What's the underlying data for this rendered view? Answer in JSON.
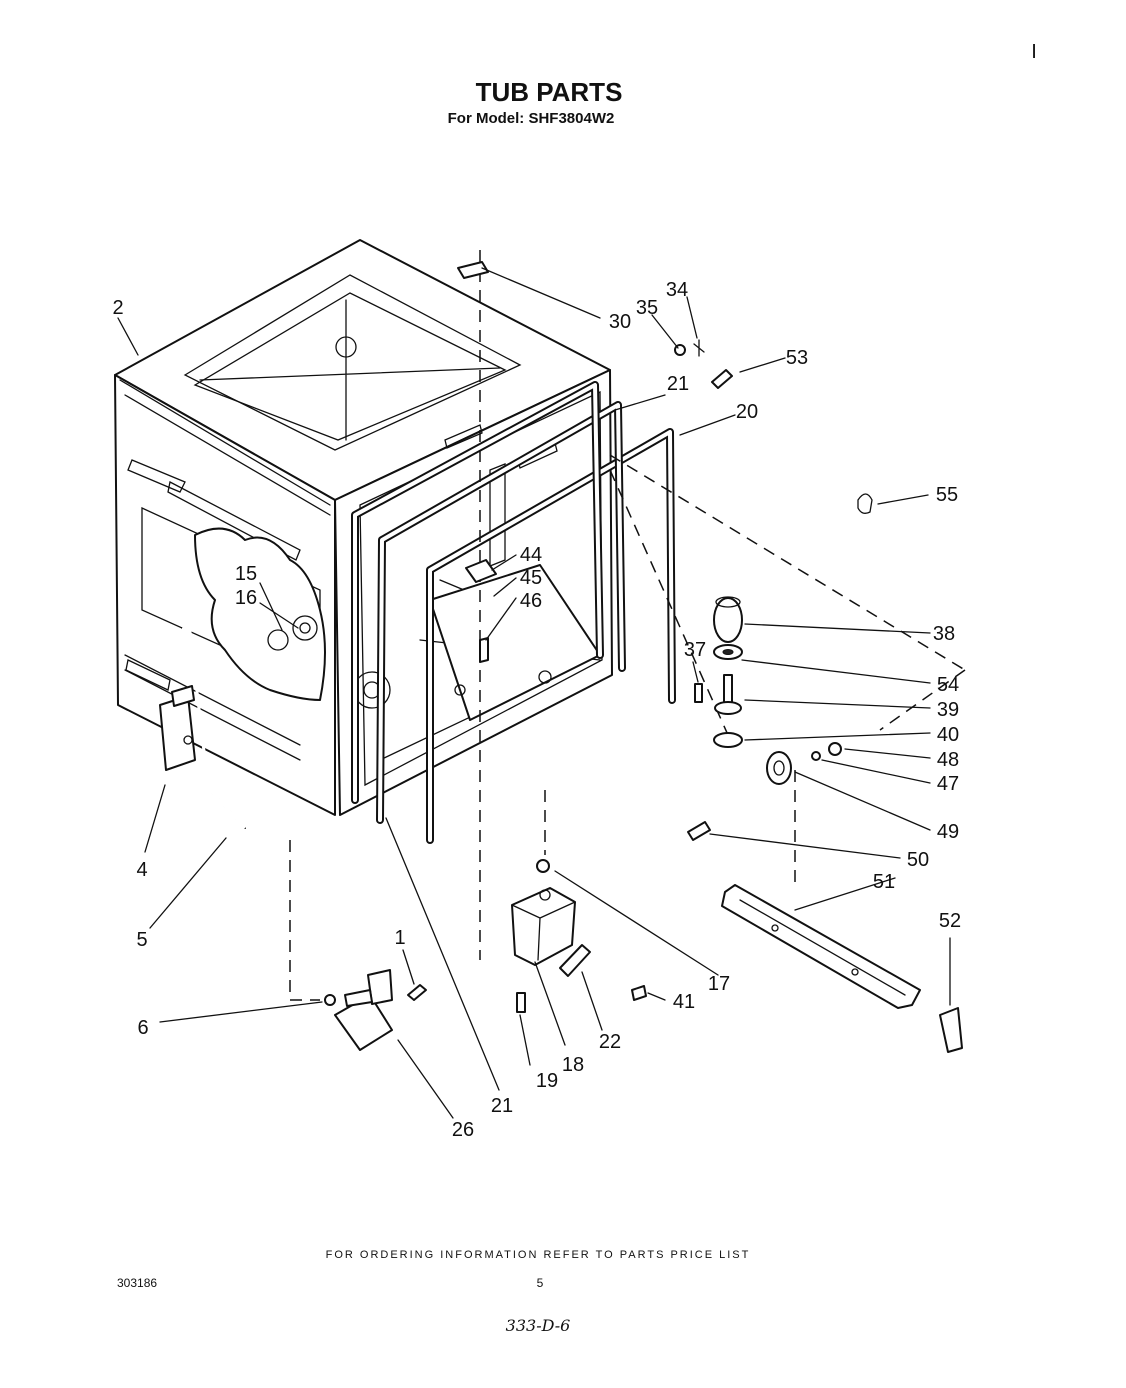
{
  "header": {
    "title": "TUB PARTS",
    "subtitle": "For Model: SHF3804W2",
    "corner_mark": "I"
  },
  "callouts": [
    {
      "id": "c1",
      "label": "1"
    },
    {
      "id": "c2",
      "label": "2"
    },
    {
      "id": "c4",
      "label": "4"
    },
    {
      "id": "c5",
      "label": "5"
    },
    {
      "id": "c6",
      "label": "6"
    },
    {
      "id": "c15",
      "label": "15"
    },
    {
      "id": "c16",
      "label": "16"
    },
    {
      "id": "c17",
      "label": "17"
    },
    {
      "id": "c18",
      "label": "18"
    },
    {
      "id": "c19",
      "label": "19"
    },
    {
      "id": "c20",
      "label": "20"
    },
    {
      "id": "c21a",
      "label": "21"
    },
    {
      "id": "c21b",
      "label": "21"
    },
    {
      "id": "c22",
      "label": "22"
    },
    {
      "id": "c26",
      "label": "26"
    },
    {
      "id": "c30",
      "label": "30"
    },
    {
      "id": "c34",
      "label": "34"
    },
    {
      "id": "c35",
      "label": "35"
    },
    {
      "id": "c37",
      "label": "37"
    },
    {
      "id": "c38",
      "label": "38"
    },
    {
      "id": "c39",
      "label": "39"
    },
    {
      "id": "c40",
      "label": "40"
    },
    {
      "id": "c41",
      "label": "41"
    },
    {
      "id": "c44",
      "label": "44"
    },
    {
      "id": "c45",
      "label": "45"
    },
    {
      "id": "c46",
      "label": "46"
    },
    {
      "id": "c47",
      "label": "47"
    },
    {
      "id": "c48",
      "label": "48"
    },
    {
      "id": "c49",
      "label": "49"
    },
    {
      "id": "c50",
      "label": "50"
    },
    {
      "id": "c51",
      "label": "51"
    },
    {
      "id": "c52",
      "label": "52"
    },
    {
      "id": "c53",
      "label": "53"
    },
    {
      "id": "c54",
      "label": "54"
    },
    {
      "id": "c55",
      "label": "55"
    }
  ],
  "footer": {
    "note": "FOR ORDERING INFORMATION REFER TO PARTS PRICE LIST",
    "doc_number": "303186",
    "page": "5",
    "handwritten": "333-D-6"
  }
}
